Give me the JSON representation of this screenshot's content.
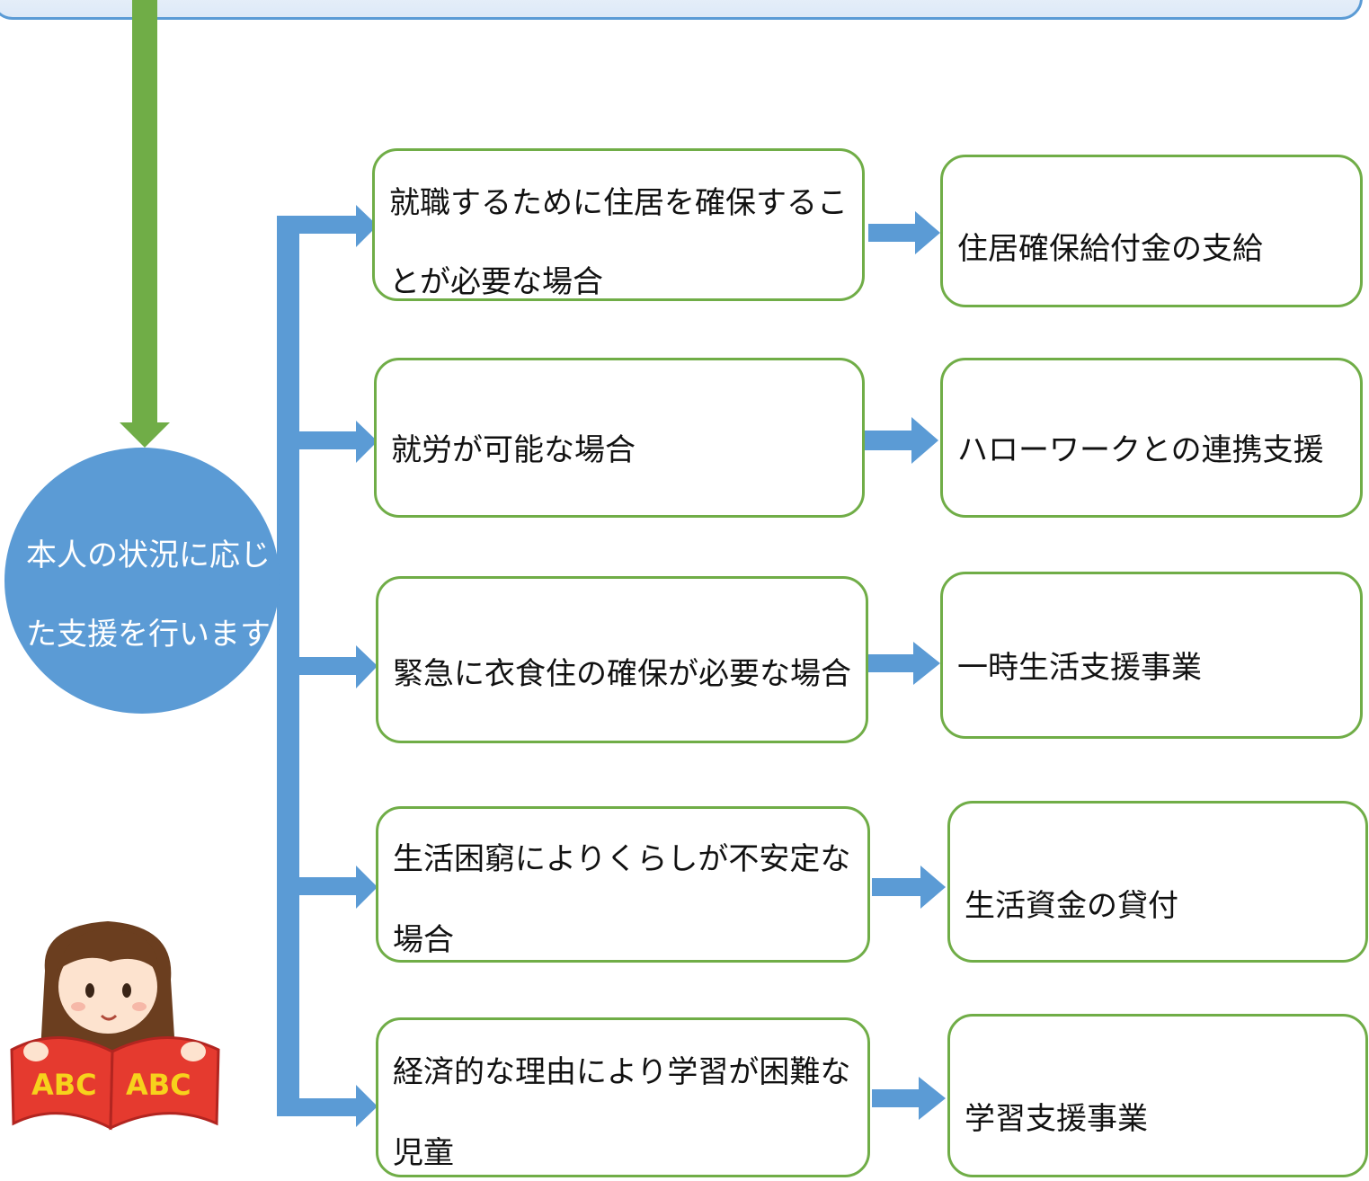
{
  "center": {
    "line1": "本人の状況に応じ",
    "line2": "た支援を行います"
  },
  "rows": [
    {
      "condition": [
        "就職するために住居を確保するこ",
        "とが必要な場合"
      ],
      "service": "住居確保給付金の支給"
    },
    {
      "condition": [
        "就労が可能な場合"
      ],
      "service": "ハローワークとの連携支援"
    },
    {
      "condition": [
        "緊急に衣食住の確保が必要な場合"
      ],
      "service": "一時生活支援事業"
    },
    {
      "condition": [
        "生活困窮によりくらしが不安定な",
        "場合"
      ],
      "service": "生活資金の貸付"
    },
    {
      "condition": [
        "経済的な理由により学習が困難な",
        "児童"
      ],
      "service": "学習支援事業"
    }
  ],
  "illustration": {
    "book_text_left": "ABC",
    "book_text_right": "ABC"
  },
  "colors": {
    "arrow_green": "#70ad47",
    "arrow_blue": "#5b9bd5",
    "box_border": "#70ad47",
    "circle": "#5b9bd5"
  }
}
